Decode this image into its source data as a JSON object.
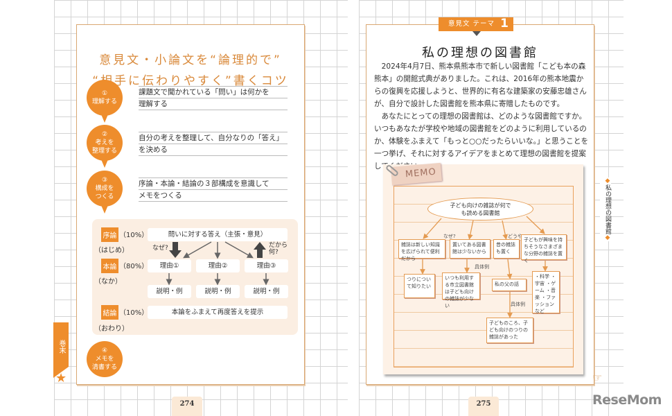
{
  "left": {
    "title_line1": "意見文・小論文を“論理的で”",
    "title_line2": "“相手に伝わりやすく”書くコツ",
    "steps": [
      {
        "num": "①",
        "label": "理解する",
        "text": [
          "課題文で聞かれている「問い」は何かを",
          "理解する"
        ]
      },
      {
        "num": "②",
        "label1": "考えを",
        "label2": "整理する",
        "text": [
          "自分の考えを整理して、自分なりの「答え」",
          "を決める"
        ]
      },
      {
        "num": "③",
        "label1": "構成を",
        "label2": "つくる",
        "text": [
          "序論・本論・結論の３部構成を意識して",
          "メモをつくる"
        ]
      },
      {
        "num": "④",
        "label1": "メモを",
        "label2": "清書する"
      }
    ],
    "diagram": {
      "intro": {
        "tag": "序論",
        "pct": "（10%）",
        "sub": "（はじめ）"
      },
      "body": {
        "tag": "本論",
        "pct": "（80%）",
        "sub": "（なか）"
      },
      "concl": {
        "tag": "結論",
        "pct": "（10%）",
        "sub": "（おわり）"
      },
      "answer": "問いに対する答え（主張・意見）",
      "why": "なぜ?",
      "sowhat": "だから何?",
      "reasons": [
        "理由①",
        "理由②",
        "理由③"
      ],
      "examples": [
        "説明・例",
        "説明・例",
        "説明・例"
      ],
      "final": "本論をふまえて再度答えを提示"
    },
    "side_tab": "巻末",
    "page_number": "274"
  },
  "right": {
    "badge": "意見文 テーマ",
    "badge_num": "1",
    "title": "私の理想の図書館",
    "paragraphs": [
      "2024年4月7日、熊本県熊本市で新しい図書館「こども本の森 熊本」の開館式典がありました。これは、2016年の熊本地震からの復興を応援しようと、世界的に有名な建築家の安藤忠雄さんが、自分で設計した図書館を熊本県に寄贈したものです。",
      "あなたにとっての理想の図書館は、どのような図書館ですか。いつもあなたが学校や地域の図書館をどのように利用しているのか、体験をふまえて「もっと○○だったらいいな。」と思うことを一つ挙げ、それに対するアイデアをまとめて理想の図書館を提案してください。"
    ],
    "memo": {
      "label": "MEMO",
      "center": "子ども向けの雑誌が何でも読める図書館",
      "why": "なぜ?",
      "how": "どうやって?",
      "ex1": "具体例",
      "ex2": "具体例",
      "b1": "雑誌は新しい知識を広げられて便利だから",
      "b2": "置いてある図書館は少ないから",
      "b3": "昔の雑誌も置く",
      "b4": "子どもが興味を持ちそうなさまざまな分野の雑誌を置く",
      "c1": "つりについて知りたい",
      "c2": "いつも利用する市立図書館は子ども向けの雑誌が少ない",
      "c3": "私の父の話",
      "c4": "・科学 ・宇宙 ・ゲーム ・音楽 ・ファッション など",
      "d1": "子どものころ、子ども向けのつりの雑誌があった"
    },
    "side_label": "私の理想の図書館",
    "page_number": "275"
  },
  "logo": "ReseMom",
  "colors": {
    "accent": "#ee8d2c"
  }
}
